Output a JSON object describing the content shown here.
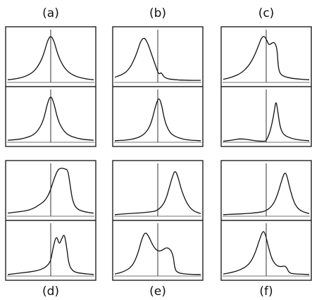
{
  "chart_data": [
    {
      "type": "line",
      "title": "(a)",
      "panels": [
        {
          "x": [
            -0.75,
            -0.6,
            -0.45,
            -0.3,
            -0.2,
            -0.12,
            -0.06,
            0,
            0.06,
            0.12,
            0.2,
            0.3,
            0.45,
            0.6,
            0.75
          ],
          "y": [
            0.05,
            0.07,
            0.11,
            0.2,
            0.35,
            0.55,
            0.8,
            0.92,
            0.8,
            0.55,
            0.35,
            0.2,
            0.11,
            0.07,
            0.05
          ]
        },
        {
          "x": [
            -0.75,
            -0.6,
            -0.45,
            -0.3,
            -0.2,
            -0.12,
            -0.06,
            0,
            0.06,
            0.12,
            0.2,
            0.3,
            0.45,
            0.6,
            0.75
          ],
          "y": [
            0.04,
            0.05,
            0.08,
            0.14,
            0.26,
            0.45,
            0.75,
            0.92,
            0.75,
            0.45,
            0.26,
            0.14,
            0.08,
            0.05,
            0.04
          ]
        }
      ]
    },
    {
      "type": "line",
      "title": "(b)",
      "panels": [
        {
          "x": [
            -0.75,
            -0.6,
            -0.5,
            -0.42,
            -0.35,
            -0.3,
            -0.24,
            -0.18,
            -0.1,
            -0.03,
            0,
            0.03,
            0.06,
            0.12,
            0.3,
            0.5,
            0.75
          ],
          "y": [
            0.1,
            0.16,
            0.26,
            0.42,
            0.62,
            0.8,
            0.88,
            0.78,
            0.52,
            0.3,
            0.2,
            0.16,
            0.2,
            0.08,
            0.05,
            0.04,
            0.04
          ]
        },
        {
          "x": [
            -0.75,
            -0.55,
            -0.4,
            -0.28,
            -0.2,
            -0.13,
            -0.08,
            -0.03,
            0.02,
            0.07,
            0.12,
            0.18,
            0.25,
            0.4,
            0.55,
            0.75
          ],
          "y": [
            0.03,
            0.04,
            0.07,
            0.12,
            0.2,
            0.33,
            0.52,
            0.74,
            0.88,
            0.72,
            0.42,
            0.25,
            0.14,
            0.07,
            0.04,
            0.03
          ]
        }
      ]
    },
    {
      "type": "line",
      "title": "(c)",
      "panels": [
        {
          "x": [
            -0.75,
            -0.6,
            -0.45,
            -0.32,
            -0.22,
            -0.14,
            -0.08,
            -0.03,
            0.01,
            0.05,
            0.1,
            0.15,
            0.19,
            0.21,
            0.25,
            0.35,
            0.5,
            0.75
          ],
          "y": [
            0.06,
            0.1,
            0.17,
            0.3,
            0.48,
            0.7,
            0.88,
            0.9,
            0.82,
            0.72,
            0.77,
            0.78,
            0.65,
            0.28,
            0.15,
            0.1,
            0.07,
            0.05
          ]
        },
        {
          "x": [
            -0.75,
            -0.6,
            -0.45,
            -0.3,
            -0.2,
            -0.1,
            -0.03,
            0,
            0.05,
            0.1,
            0.14,
            0.17,
            0.2,
            0.24,
            0.3,
            0.45,
            0.6,
            0.75
          ],
          "y": [
            0.02,
            0.04,
            0.07,
            0.05,
            0.03,
            0.02,
            0.02,
            0.03,
            0.15,
            0.35,
            0.6,
            0.82,
            0.62,
            0.3,
            0.14,
            0.07,
            0.04,
            0.03
          ]
        }
      ]
    },
    {
      "type": "line",
      "title": "(d)",
      "panels": [
        {
          "x": [
            -0.75,
            -0.6,
            -0.45,
            -0.32,
            -0.2,
            -0.1,
            -0.02,
            0.05,
            0.12,
            0.18,
            0.25,
            0.3,
            0.34,
            0.38,
            0.45,
            0.6,
            0.75
          ],
          "y": [
            0.06,
            0.08,
            0.1,
            0.14,
            0.22,
            0.3,
            0.45,
            0.7,
            0.9,
            0.94,
            0.92,
            0.9,
            0.6,
            0.3,
            0.14,
            0.08,
            0.06
          ]
        },
        {
          "x": [
            -0.75,
            -0.6,
            -0.45,
            -0.3,
            -0.18,
            -0.08,
            0,
            0.04,
            0.1,
            0.15,
            0.2,
            0.24,
            0.28,
            0.32,
            0.4,
            0.55,
            0.75
          ],
          "y": [
            0.03,
            0.05,
            0.07,
            0.09,
            0.12,
            0.18,
            0.28,
            0.55,
            0.8,
            0.6,
            0.75,
            0.82,
            0.55,
            0.2,
            0.08,
            0.05,
            0.03
          ]
        }
      ]
    },
    {
      "type": "line",
      "title": "(e)",
      "panels": [
        {
          "x": [
            -0.75,
            -0.55,
            -0.35,
            -0.15,
            -0.02,
            0.08,
            0.15,
            0.2,
            0.25,
            0.3,
            0.35,
            0.42,
            0.52,
            0.62,
            0.75
          ],
          "y": [
            0.03,
            0.05,
            0.06,
            0.08,
            0.1,
            0.2,
            0.35,
            0.55,
            0.75,
            0.9,
            0.78,
            0.48,
            0.22,
            0.1,
            0.05
          ]
        },
        {
          "x": [
            -0.75,
            -0.6,
            -0.45,
            -0.35,
            -0.28,
            -0.22,
            -0.16,
            -0.08,
            0,
            0.08,
            0.15,
            0.22,
            0.27,
            0.3,
            0.36,
            0.48,
            0.6,
            0.75
          ],
          "y": [
            0.04,
            0.08,
            0.18,
            0.42,
            0.72,
            0.86,
            0.78,
            0.58,
            0.48,
            0.5,
            0.56,
            0.52,
            0.4,
            0.12,
            0.06,
            0.04,
            0.03,
            0.03
          ]
        }
      ]
    },
    {
      "type": "line",
      "title": "(f)",
      "panels": [
        {
          "x": [
            -0.75,
            -0.55,
            -0.35,
            -0.15,
            0,
            0.12,
            0.2,
            0.26,
            0.32,
            0.36,
            0.42,
            0.5,
            0.6,
            0.75
          ],
          "y": [
            0.03,
            0.04,
            0.05,
            0.07,
            0.1,
            0.22,
            0.42,
            0.66,
            0.86,
            0.8,
            0.5,
            0.22,
            0.1,
            0.05
          ]
        },
        {
          "x": [
            -0.75,
            -0.6,
            -0.45,
            -0.3,
            -0.2,
            -0.12,
            -0.06,
            -0.02,
            0.03,
            0.1,
            0.18,
            0.26,
            0.32,
            0.36,
            0.4,
            0.5,
            0.75
          ],
          "y": [
            0.04,
            0.07,
            0.12,
            0.22,
            0.42,
            0.7,
            0.88,
            0.84,
            0.6,
            0.32,
            0.2,
            0.18,
            0.2,
            0.16,
            0.06,
            0.04,
            0.03
          ]
        }
      ]
    }
  ],
  "bottom_labels": [
    "(d)",
    "(e)",
    "(f)"
  ]
}
